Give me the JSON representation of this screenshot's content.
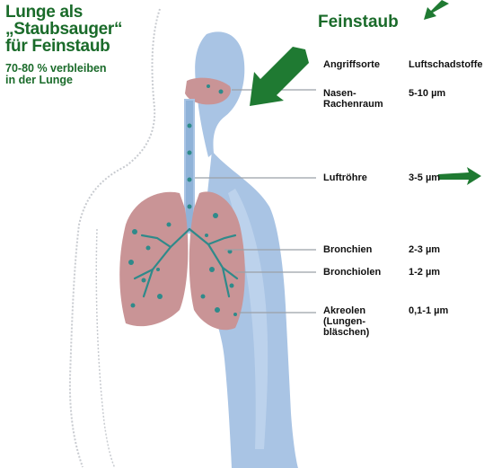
{
  "title": "Lunge als „Staubsauger“ für Feinstaub",
  "title_lines": [
    "Lunge als",
    "„Staubsauger“",
    "für Feinstaub"
  ],
  "subtitle_lines": [
    "70-80 % verbleiben",
    "in der Lunge"
  ],
  "heading": "Feinstaub",
  "columns": {
    "site": "Angriffsorte",
    "size": "Luftschadstoffe"
  },
  "rows": [
    {
      "site": [
        "Nasen-",
        "Rachenraum"
      ],
      "size": "5-10 µm"
    },
    {
      "site": [
        "Luftröhre"
      ],
      "size": "3-5 µm"
    },
    {
      "site": [
        "Bronchien"
      ],
      "size": "2-3 µm"
    },
    {
      "site": [
        "Bronchiolen"
      ],
      "size": "1-2 µm"
    },
    {
      "site": [
        "Akreolen",
        "(Lungen-",
        "bläschen)"
      ],
      "size": "0,1-1 µm"
    }
  ],
  "colors": {
    "title_green": "#1a6b2a",
    "arrow_green": "#1f7a32",
    "body_blue": "#a9c4e4",
    "lung_pink": "#c99496",
    "particle_teal": "#2f8a8a",
    "leader_line": "#9aa0a6"
  }
}
